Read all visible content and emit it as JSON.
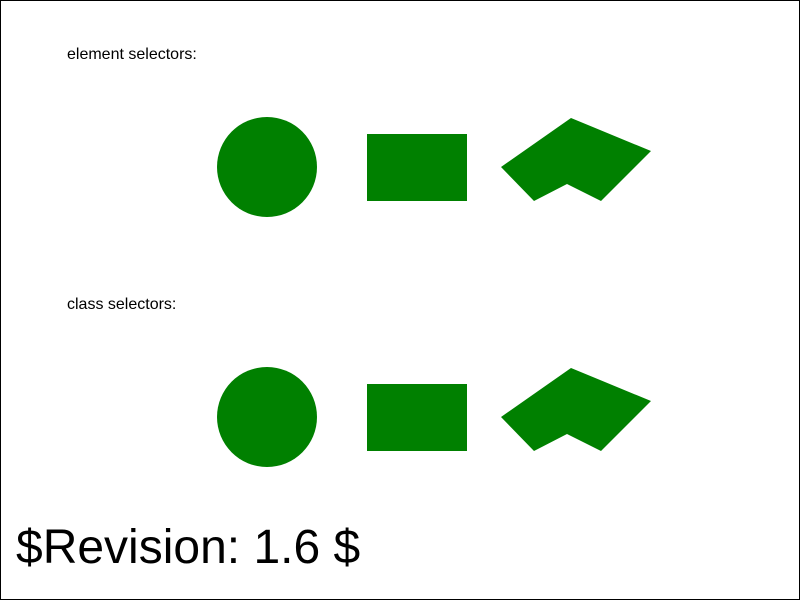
{
  "sections": {
    "element_label": "element selectors:",
    "class_label": "class selectors:"
  },
  "revision": "$Revision: 1.6 $",
  "colors": {
    "shape_fill": "#008000",
    "frame": "#000000",
    "background": "#ffffff"
  }
}
